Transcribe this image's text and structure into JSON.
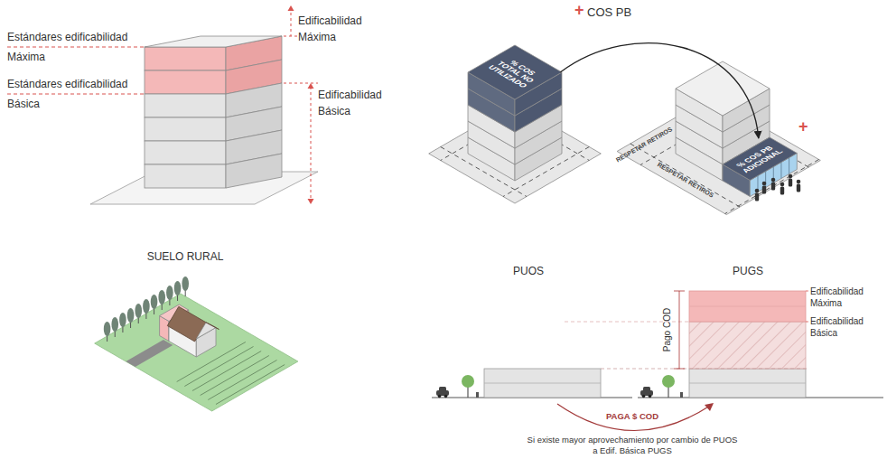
{
  "diagram": {
    "nodes": [
      {
        "text": [
          "% COS TOTAL NO UTILIZADO"
        ]
      },
      {
        "text": [
          "% COS PB ADICIONAL"
        ]
      }
    ],
    "edges": [
      {
        "from": 0,
        "to": 1,
        "arrow": "to"
      }
    ],
    "labels": [
      "Estándares edificabilidad Máxima",
      "Estándares edificabilidad Básica",
      "Edificabilidad Máxima",
      "Edificabilidad Básica",
      "+",
      "COS PB",
      "+",
      "RESPETAR RETIROS",
      "RESPETAR RETIROS",
      "SUELO RURAL",
      "PUOS",
      "PUGS",
      "Pago COD",
      "Edificabilidad Máxima",
      "Edificabilidad Básica",
      "PAGA $ COD",
      "Si existe mayor aprovechamiento por cambio de PUOS a Edif. Básica PUGS"
    ]
  }
}
